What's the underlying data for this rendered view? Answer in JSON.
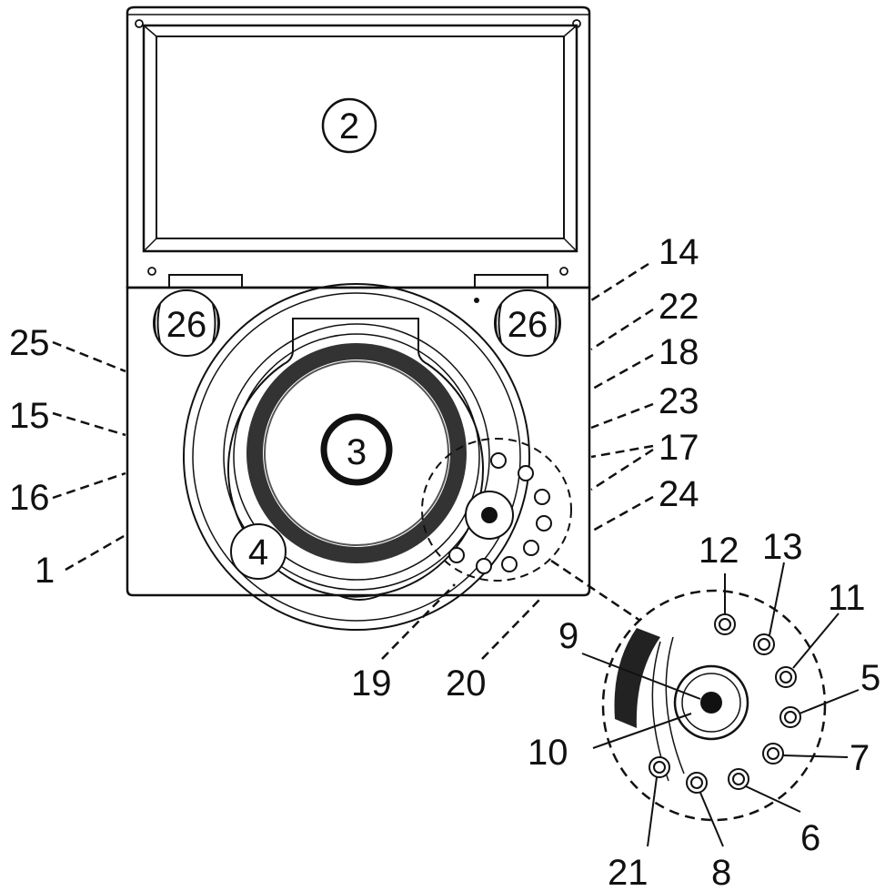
{
  "callouts": {
    "c1": "1",
    "c2": "2",
    "c3": "3",
    "c4": "4",
    "c5": "5",
    "c6": "6",
    "c7": "7",
    "c8": "8",
    "c9": "9",
    "c10": "10",
    "c11": "11",
    "c12": "12",
    "c13": "13",
    "c14": "14",
    "c15": "15",
    "c16": "16",
    "c17": "17",
    "c18": "18",
    "c19": "19",
    "c20": "20",
    "c21": "21",
    "c22": "22",
    "c23": "23",
    "c24": "24",
    "c25": "25",
    "c26a": "26",
    "c26b": "26"
  },
  "colors": {
    "ink": "#111111",
    "paper": "#ffffff",
    "disc_ring": "#333333"
  }
}
